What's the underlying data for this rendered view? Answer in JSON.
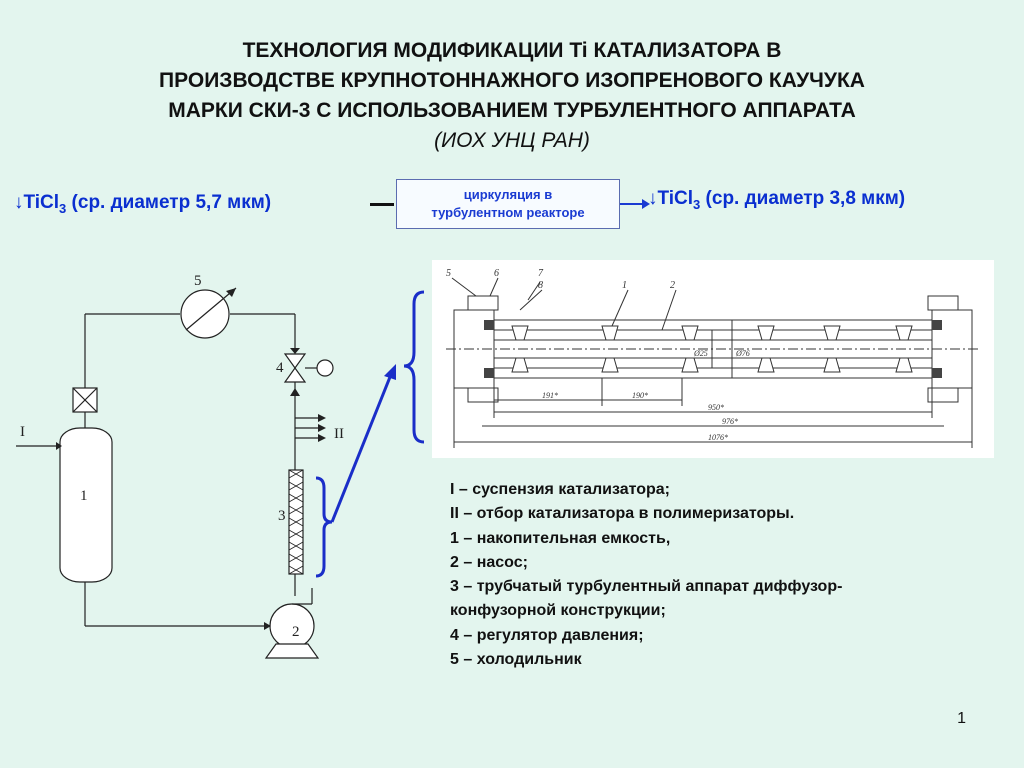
{
  "title": {
    "line1": "ТЕХНОЛОГИЯ МОДИФИКАЦИИ Ti  КАТАЛИЗАТОРА В",
    "line2": "ПРОИЗВОДСТВЕ КРУПНОТОННАЖНОГО ИЗОПРЕНОВОГО КАУЧУКА",
    "line3": "МАРКИ СКИ-3 С ИСПОЛЬЗОВАНИЕМ ТУРБУЛЕНТНОГО АППАРАТА",
    "subtitle": "(ИОХ УНЦ РАН)"
  },
  "flow": {
    "left_arrow": "↓",
    "left_formula_base": "TiCl",
    "left_formula_sub": "3",
    "left_text": " (ср. диаметр 5,7 мкм)",
    "box_line1": "циркуляция в",
    "box_line2": "турбулентном реакторе",
    "right_arrow": "↓",
    "right_formula_base": "TiCl",
    "right_formula_sub": "3",
    "right_text": " (ср. диаметр 3,8 мкм)"
  },
  "scheme_labels": {
    "stream_in": "I",
    "stream_out": "II",
    "n1": "1",
    "n2": "2",
    "n3": "3",
    "n4": "4",
    "n5": "5"
  },
  "drawing_labels": {
    "c5": "5",
    "c6": "6",
    "c7": "7",
    "c8": "8",
    "c1": "1",
    "c2": "2",
    "d1": "191*",
    "d2": "190*",
    "d3": "950*",
    "d4": "976*",
    "d5": "1076*",
    "d6": "Ø25",
    "d7": "Ø76"
  },
  "legend": [
    "I – суспензия катализатора;",
    "II – отбор катализатора в полимеризаторы.",
    "1 – накопительная емкость,",
    "2 – насос;",
    "3 – трубчатый турбулентный аппарат диффузор-",
    "конфузорной конструкции;",
    "4 – регулятор давления;",
    "5 – холодильник"
  ],
  "page_number": "1"
}
